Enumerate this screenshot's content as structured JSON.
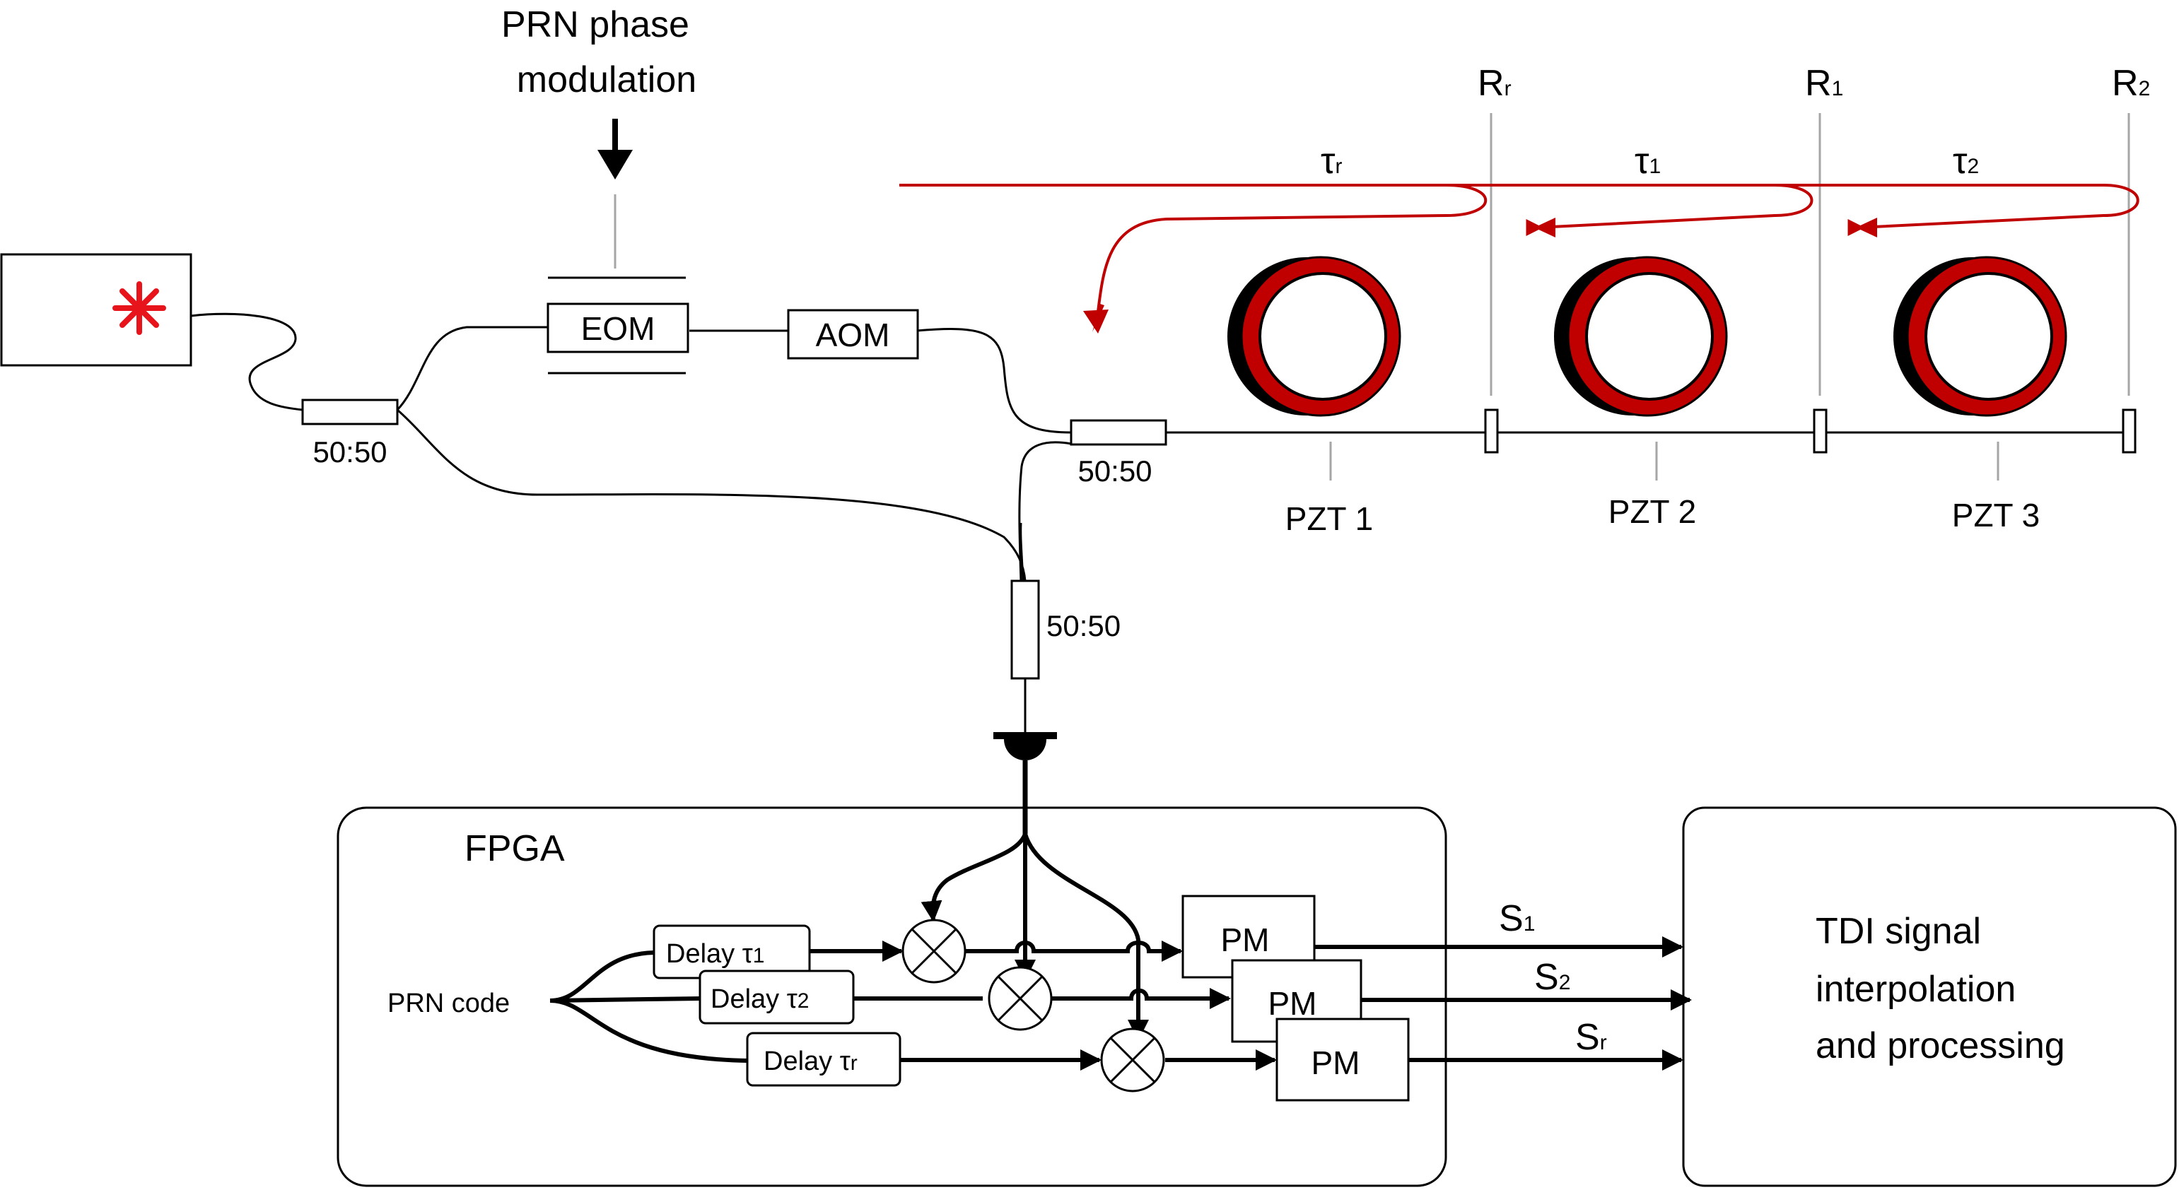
{
  "colors": {
    "red": "#c00000",
    "laser_red": "#e8141c",
    "gray": "#a6a6a6",
    "black": "#000000"
  },
  "top": {
    "prn_phase_modulation": [
      "PRN phase",
      "modulation"
    ]
  },
  "components": {
    "eom": "EOM",
    "aom": "AOM",
    "splitter_1": "50:50",
    "splitter_2": "50:50",
    "splitter_3": "50:50",
    "pzt_1": "PZT 1",
    "pzt_2": "PZT 2",
    "pzt_3": "PZT 3"
  },
  "reflectors": {
    "rr": {
      "base": "R",
      "sub": "r"
    },
    "r1": {
      "base": "R",
      "sub": "1"
    },
    "r2": {
      "base": "R",
      "sub": "2"
    }
  },
  "delays": {
    "tau_r": {
      "base": "τ",
      "sub": "r"
    },
    "tau_1": {
      "base": "τ",
      "sub": "1"
    },
    "tau_2": {
      "base": "τ",
      "sub": "2"
    }
  },
  "fpga": {
    "title": "FPGA",
    "prn_code": "PRN code",
    "delay_1": {
      "base": "Delay τ",
      "sub": "1"
    },
    "delay_2": {
      "base": "Delay τ",
      "sub": "2"
    },
    "delay_r": {
      "base": "Delay τ",
      "sub": "r"
    },
    "pm_1": "PM",
    "pm_2": "PM",
    "pm_3": "PM"
  },
  "outputs": {
    "s1": {
      "base": "S",
      "sub": "1"
    },
    "s2": {
      "base": "S",
      "sub": "2"
    },
    "sr": {
      "base": "S",
      "sub": "r"
    }
  },
  "processing": {
    "lines": [
      "TDI signal",
      "interpolation",
      "and processing"
    ]
  },
  "icons": {
    "laser": "laser-source-icon",
    "photodetector": "photodetector-icon",
    "mixer": "mixer-icon",
    "fiber_coil": "fiber-coil-icon"
  }
}
